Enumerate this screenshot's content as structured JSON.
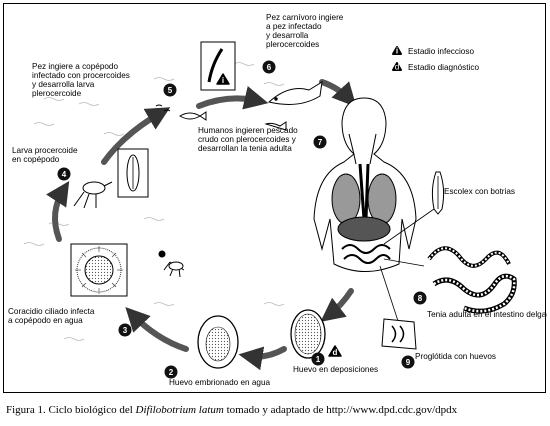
{
  "stages": {
    "s1": {
      "num": "1",
      "lines": [
        "Huevo en deposiciones"
      ]
    },
    "s2": {
      "num": "2",
      "lines": [
        "Huevo embrionado en agua"
      ]
    },
    "s3": {
      "num": "3",
      "lines": [
        "Coracidio ciliado infecta",
        "a copépodo en agua"
      ]
    },
    "s4": {
      "num": "4",
      "lines": [
        "Larva procercoide",
        "en copépodo"
      ]
    },
    "s5": {
      "num": "5",
      "lines": [
        "Pez ingiere a copépodo",
        "infectado con procercoides",
        "y desarrolla larva",
        "plerocercoide"
      ]
    },
    "s6": {
      "num": "6",
      "lines": [
        "Pez carnívoro ingiere",
        "a pez infectado",
        "y desarrolla",
        "plerocercoides"
      ]
    },
    "s7": {
      "num": "7",
      "lines": [
        "Humanos ingieren pescado",
        "crudo con plerocercoides y",
        "desarrollan la tenia adulta"
      ]
    },
    "s8": {
      "num": "8",
      "lines": [
        "Tenia adulta en el intestino delgado"
      ]
    },
    "s9": {
      "num": "9",
      "lines": [
        "Proglótida con huevos"
      ]
    }
  },
  "scolex_label": "Escolex con botrias",
  "legend": {
    "infectious_symbol": "i",
    "infectious": "Estadio infeccioso",
    "diagnostic_symbol": "d",
    "diagnostic": "Estadio diagnóstico"
  },
  "caption": {
    "prefix": "Figura 1. Ciclo biológico del ",
    "species": "Difilobotrium latum",
    "suffix": " tomado y adaptado de http://www.dpd.cdc.gov/dpdx"
  },
  "colors": {
    "arrow": "#555555",
    "stage_circle": "#111111",
    "line": "#000000"
  }
}
